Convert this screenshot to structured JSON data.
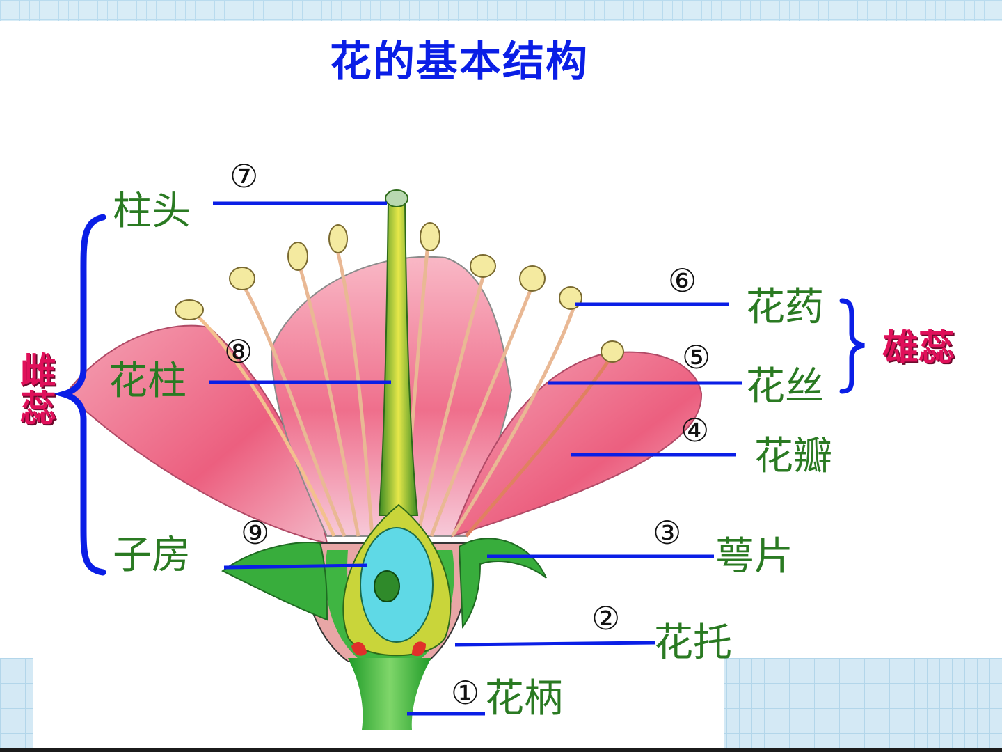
{
  "title": "花的基本结构",
  "labels": {
    "stigma": "柱头",
    "style": "花柱",
    "ovary": "子房",
    "anther": "花药",
    "filament": "花丝",
    "petal": "花瓣",
    "sepal": "萼片",
    "receptacle": "花托",
    "pedicel": "花柄"
  },
  "numbers": {
    "pedicel": "①",
    "receptacle": "②",
    "sepal": "③",
    "petal": "④",
    "filament": "⑤",
    "anther": "⑥",
    "stigma": "⑦",
    "style": "⑧",
    "ovary": "⑨"
  },
  "groups": {
    "pistil": "雌蕊",
    "stamen": "雄蕊"
  },
  "colors": {
    "title": "#0a1ee6",
    "label": "#2a7a22",
    "group": "#e0105a",
    "leader": "#0a1ee6",
    "petal": "#f07a96",
    "sepal": "#2fa632"
  }
}
